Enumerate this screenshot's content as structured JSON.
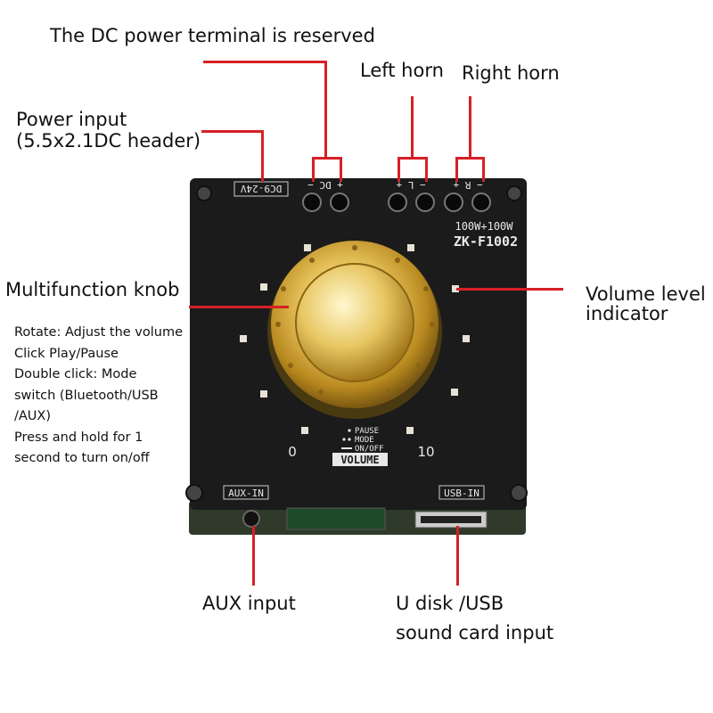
{
  "callouts": {
    "dc_reserved": "The DC power terminal is reserved",
    "left_horn": "Left horn",
    "right_horn": "Right horn",
    "power_input_l1": "Power input",
    "power_input_l2": "(5.5x2.1DC header)",
    "knob": "Multifunction knob",
    "volume_indicator_l1": "Volume level",
    "volume_indicator_l2": "indicator",
    "aux_input": "AUX input",
    "usb_l1": "U disk /USB",
    "usb_l2": "sound card input"
  },
  "knob_notes": [
    "Rotate: Adjust the volume",
    "Click Play/Pause",
    "Double click: Mode",
    "switch (Bluetooth/USB",
    "/AUX)",
    "Press and hold for 1",
    "second to turn on/off"
  ],
  "board": {
    "dc_range": "DC9-24V",
    "dc_terminal": "+ DC −",
    "left_terminal": "− L +",
    "right_terminal": "− R +",
    "power": "100W+100W",
    "model": "ZK-F1002",
    "pause": "PAUSE",
    "mode": "MODE",
    "onoff": "ON/OFF",
    "vol_min": "0",
    "vol_max": "10",
    "volume": "VOLUME",
    "aux_port": "AUX-IN",
    "usb_port": "USB-IN"
  },
  "colors": {
    "callout_line": "#d62026",
    "board": "#1b1b1b",
    "knob": "#d8b54a"
  }
}
